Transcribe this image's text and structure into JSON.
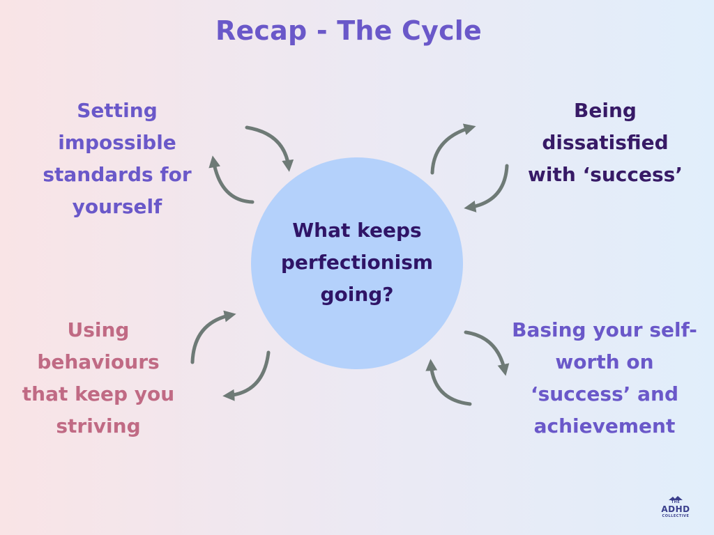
{
  "title": "Recap - The Cycle",
  "center": {
    "lines": [
      "What keeps",
      "perfectionism",
      "going?"
    ]
  },
  "steps": [
    {
      "text": "Setting impossible standards for yourself",
      "color": "#6a58c9"
    },
    {
      "text": "Being dissatisfied with ‘success’",
      "color": "#371a66"
    },
    {
      "text": "Basing your self-worth on ‘success’ and achievement",
      "color": "#6a58c9"
    },
    {
      "text": "Using behaviours that keep you striving",
      "color": "#c06a84"
    }
  ],
  "colors": {
    "circle": "#b4d1fb",
    "arrow": "#6e7a76",
    "title": "#6a58c9"
  },
  "logo": {
    "top": "THE",
    "main": "ADHD",
    "bottom": "COLLECTIVE",
    "icon": "mountain-icon"
  }
}
